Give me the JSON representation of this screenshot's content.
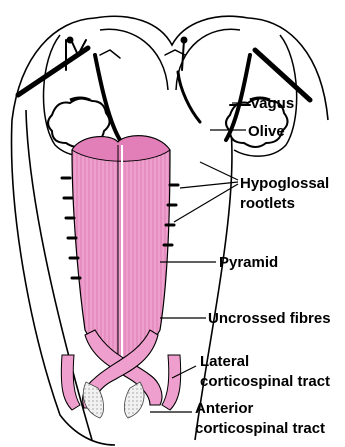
{
  "labels": {
    "vagus": "Vagus",
    "olive": "Olive",
    "hypoglossal_line1": "Hypoglossal",
    "hypoglossal_line2": "rootlets",
    "pyramid": "Pyramid",
    "uncrossed": "Uncrossed fibres",
    "lateral_line1": "Lateral",
    "lateral_line2": "corticospinal tract",
    "anterior_line1": "Anterior",
    "anterior_line2": "corticospinal tract"
  },
  "colors": {
    "pyramid_fill": "#ee9fcd",
    "pyramid_stripe": "#d873ad",
    "outline": "#000000",
    "background": "#ffffff"
  }
}
